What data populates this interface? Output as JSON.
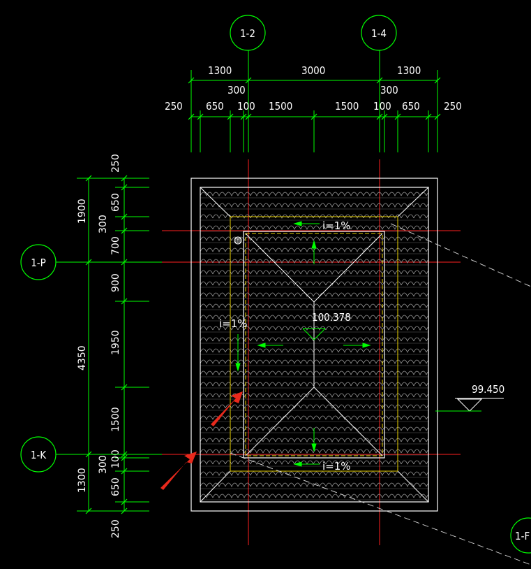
{
  "axes": {
    "top": [
      "1-2",
      "1-4"
    ],
    "left": [
      "1-P",
      "1-K"
    ],
    "edge": "1-F"
  },
  "top_dims": {
    "row1": [
      "1300",
      "3000",
      "1300"
    ],
    "row2": [
      "300",
      "300"
    ],
    "row3": [
      "250",
      "650",
      "100",
      "1500",
      "1500",
      "100",
      "650",
      "250"
    ]
  },
  "left_dims": {
    "outer": [
      "1900",
      "4350",
      "1300"
    ],
    "inner": [
      "250",
      "650",
      "300",
      "700",
      "900",
      "1950",
      "1500",
      "100",
      "300",
      "650",
      "250"
    ]
  },
  "annotations": {
    "slope_top": "i=1%",
    "slope_left": "i=1%",
    "slope_bottom": "i=1%",
    "ridge_elev": "100.378",
    "eave_elev": "99.450"
  },
  "colors": {
    "grid": "#00ff00",
    "axis": "#ff2020",
    "outline": "#ffffff",
    "gutter": "#e8d000",
    "arrow": "#e8291c"
  }
}
